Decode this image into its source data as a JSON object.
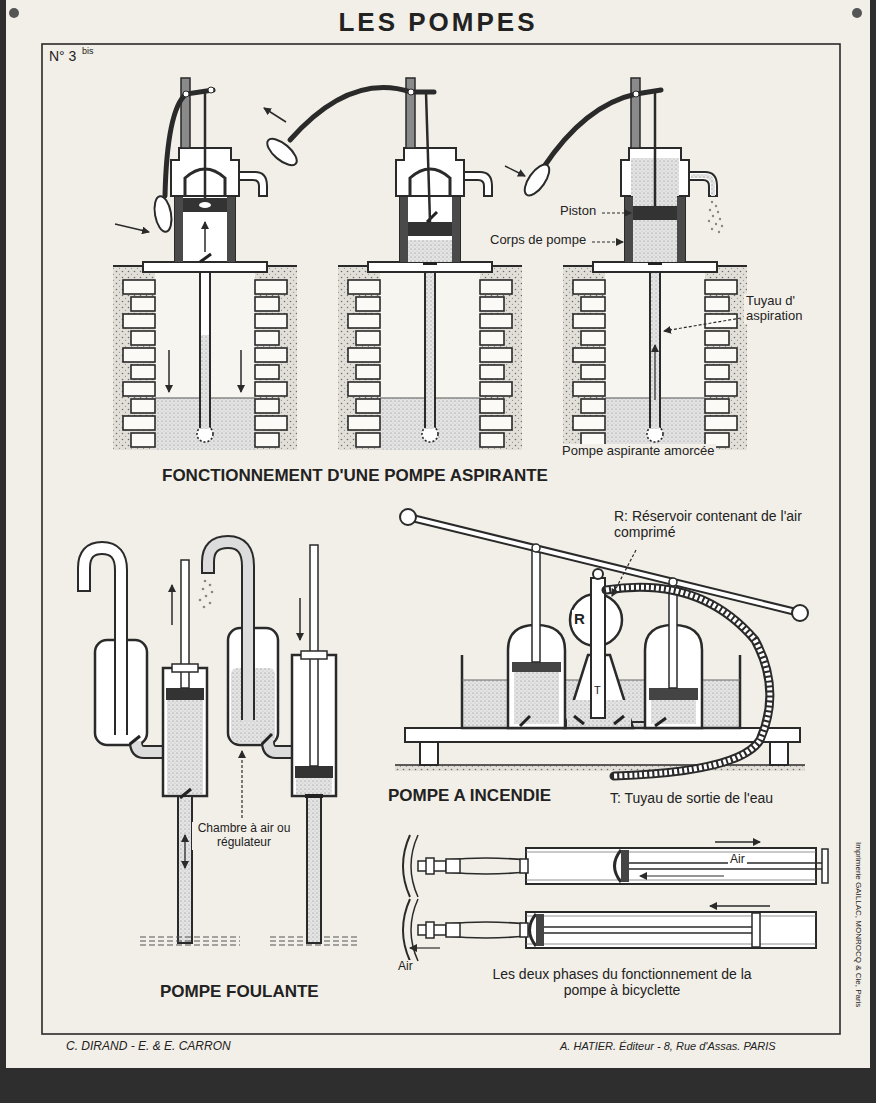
{
  "diagram": {
    "title": "LES POMPES",
    "labels": [
      "N° 3",
      "bis",
      "Piston",
      "Corps de pompe",
      "Tuyau d' aspiration",
      "Pompe aspirante amorcée",
      "FONCTIONNEMENT D'UNE POMPE ASPIRANTE",
      "R: Réservoir contenant de l'air comprimé",
      "R",
      "T",
      "Chambre à air ou régulateur",
      "POMPE A INCENDIE",
      "T: Tuyau de sortie de l'eau",
      "Air",
      "Air",
      "Les deux phases du fonctionnement de la pompe à bicyclette",
      "POMPE FOULANTE",
      "C. DIRAND - E. & E. CARRON",
      "A. HATIER. Éditeur - 8, Rue d'Assas. PARIS",
      "Imprimerie GAILLAC, MONROCQ & Cie, Paris"
    ]
  }
}
